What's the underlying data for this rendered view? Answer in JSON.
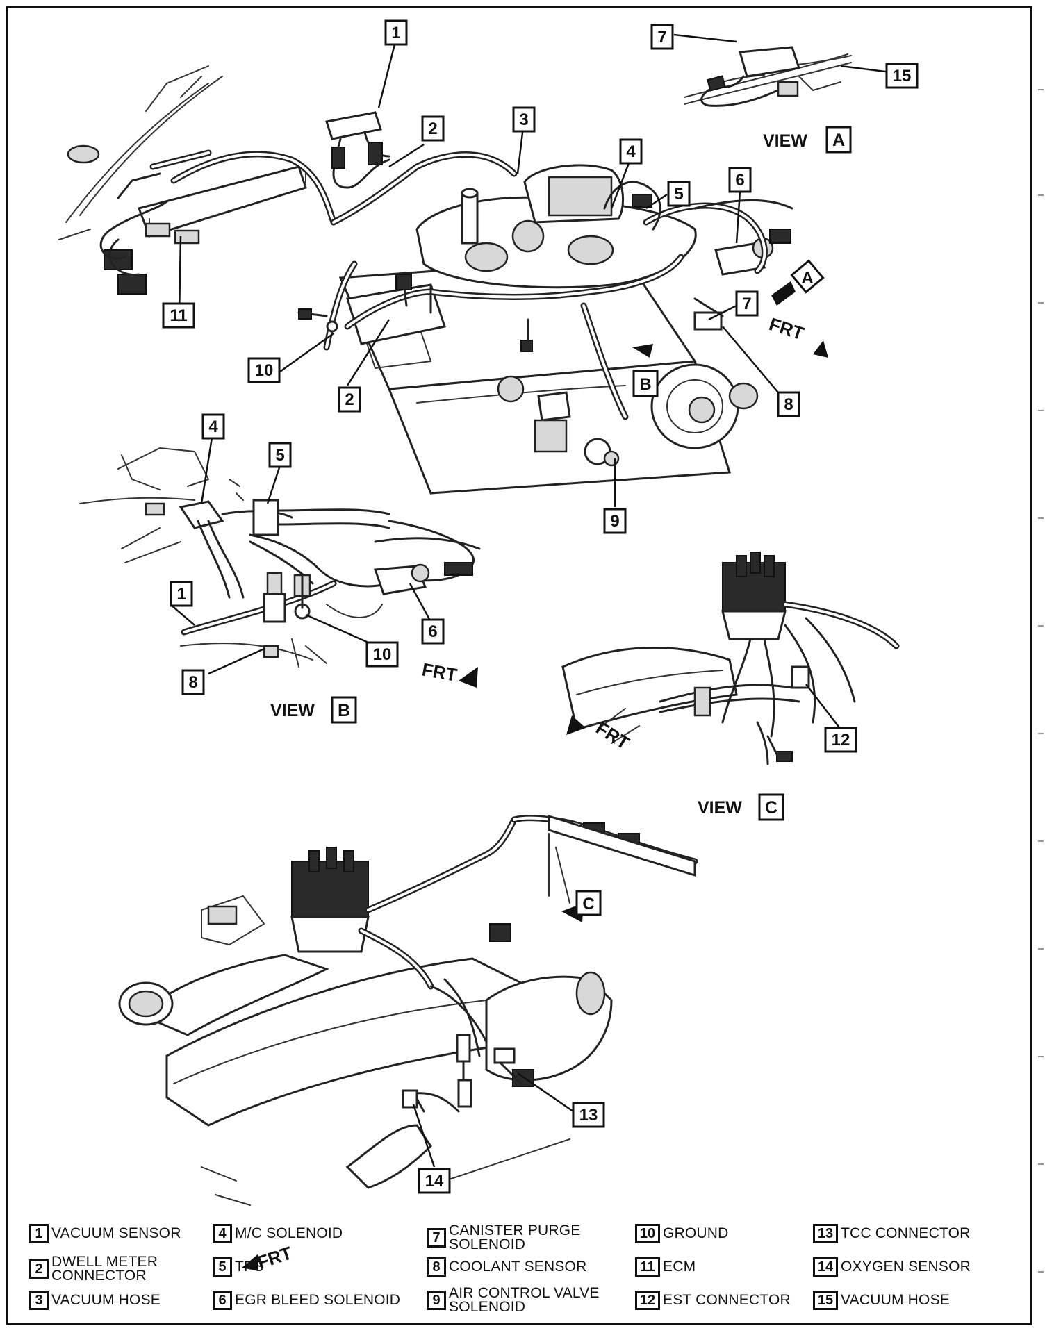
{
  "views": {
    "a": {
      "word": "VIEW",
      "letter": "A"
    },
    "b": {
      "word": "VIEW",
      "letter": "B"
    },
    "c": {
      "word": "VIEW",
      "letter": "C"
    }
  },
  "direction_label": "FRT",
  "view_markers": [
    "A",
    "B",
    "C"
  ],
  "callouts": [
    "1",
    "2",
    "3",
    "4",
    "5",
    "6",
    "7",
    "8",
    "9",
    "10",
    "11",
    "12",
    "13",
    "14",
    "15"
  ],
  "legend": [
    {
      "num": "1",
      "label": "VACUUM SENSOR"
    },
    {
      "num": "2",
      "label": "DWELL METER\nCONNECTOR"
    },
    {
      "num": "3",
      "label": "VACUUM HOSE"
    },
    {
      "num": "4",
      "label": "M/C SOLENOID"
    },
    {
      "num": "5",
      "label": "TPS"
    },
    {
      "num": "6",
      "label": "EGR BLEED SOLENOID"
    },
    {
      "num": "7",
      "label": "CANISTER PURGE\nSOLENOID"
    },
    {
      "num": "8",
      "label": "COOLANT SENSOR"
    },
    {
      "num": "9",
      "label": "AIR CONTROL VALVE\nSOLENOID"
    },
    {
      "num": "10",
      "label": "GROUND"
    },
    {
      "num": "11",
      "label": "ECM"
    },
    {
      "num": "12",
      "label": "EST CONNECTOR"
    },
    {
      "num": "13",
      "label": "TCC CONNECTOR"
    },
    {
      "num": "14",
      "label": "OXYGEN SENSOR"
    },
    {
      "num": "15",
      "label": "VACUUM HOSE"
    }
  ]
}
